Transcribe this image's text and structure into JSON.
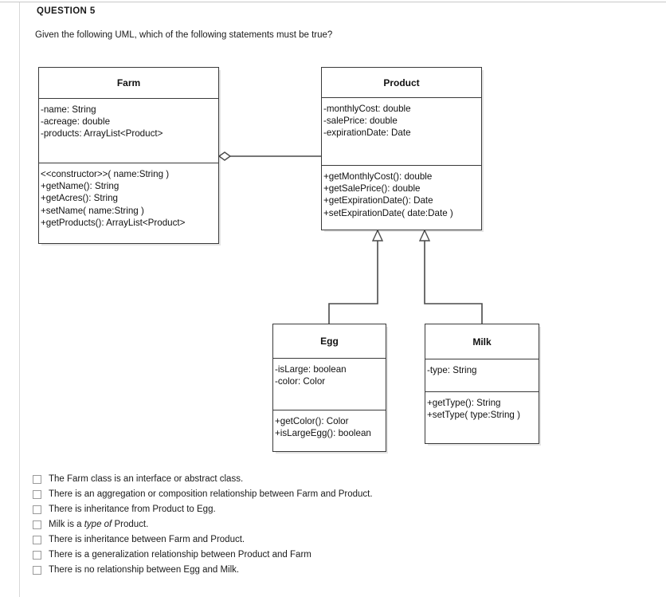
{
  "header": {
    "question_number": "QUESTION 5",
    "prompt": "Given the following UML, which of the following statements must be true?"
  },
  "uml": {
    "classes": [
      {
        "name": "Farm",
        "attributes": [
          "-name: String",
          "-acreage: double",
          "-products: ArrayList<Product>"
        ],
        "methods": [
          "<<constructor>>( name:String )",
          "+getName(): String",
          "+getAcres(): String",
          "+setName( name:String )",
          "+getProducts(): ArrayList<Product>"
        ]
      },
      {
        "name": "Product",
        "attributes": [
          "-monthlyCost: double",
          "-salePrice: double",
          "-expirationDate: Date"
        ],
        "methods": [
          "+getMonthlyCost(): double",
          "+getSalePrice(): double",
          "+getExpirationDate(): Date",
          "+setExpirationDate( date:Date )"
        ]
      },
      {
        "name": "Egg",
        "attributes": [
          "-isLarge: boolean",
          "-color: Color"
        ],
        "methods": [
          "+getColor(): Color",
          "+isLargeEgg(): boolean"
        ]
      },
      {
        "name": "Milk",
        "attributes": [
          "-type: String"
        ],
        "methods": [
          "+getType(): String",
          "+setType( type:String )"
        ]
      }
    ],
    "relationships": [
      {
        "kind": "aggregation",
        "from": "Farm",
        "to": "Product",
        "marker": "hollow-diamond"
      },
      {
        "kind": "generalization",
        "from": "Egg",
        "to": "Product",
        "marker": "hollow-triangle"
      },
      {
        "kind": "generalization",
        "from": "Milk",
        "to": "Product",
        "marker": "hollow-triangle"
      }
    ],
    "line_color": "#4a4a4a",
    "box_border_color": "#3a3a3a"
  },
  "options": [
    {
      "text": "The Farm class is an interface or abstract class.",
      "checked": false
    },
    {
      "text": "There is an aggregation or composition relationship between Farm and Product.",
      "checked": false
    },
    {
      "text": "There is inheritance from Product to Egg.",
      "checked": false
    },
    {
      "text": "Milk is a type of Product.",
      "checked": false,
      "italic_span": "type of"
    },
    {
      "text": "There is inheritance between Farm and Product.",
      "checked": false
    },
    {
      "text": "There is a generalization relationship between Product and Farm",
      "checked": false
    },
    {
      "text": "There is no relationship between Egg and Milk.",
      "checked": false
    }
  ]
}
